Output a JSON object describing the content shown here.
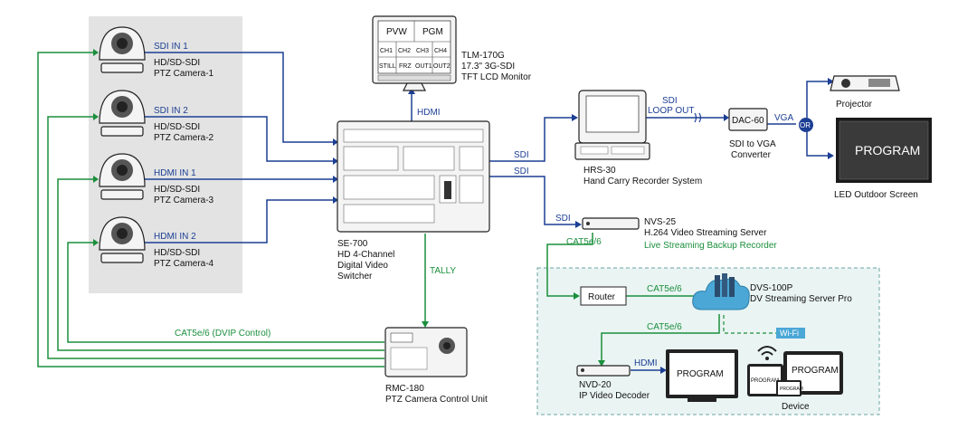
{
  "cameras": [
    {
      "port": "SDI IN 1",
      "line1": "HD/SD-SDI",
      "line2": "PTZ Camera-1"
    },
    {
      "port": "SDI IN 2",
      "line1": "HD/SD-SDI",
      "line2": "PTZ Camera-2"
    },
    {
      "port": "HDMI IN 1",
      "line1": "HD/SD-SDI",
      "line2": "PTZ Camera-3"
    },
    {
      "port": "HDMI IN 2",
      "line1": "HD/SD-SDI",
      "line2": "PTZ Camera-4"
    }
  ],
  "monitor": {
    "line1": "TLM-170G",
    "line2": "17.3\"   3G-SDI",
    "line3": "TFT LCD Monitor",
    "screen": {
      "top": [
        "PVW",
        "PGM"
      ],
      "row1": [
        "CH1",
        "CH2",
        "CH3",
        "CH4"
      ],
      "row2": [
        "STILL",
        "FRZ",
        "OUT1",
        "OUT2"
      ]
    },
    "link": "HDMI"
  },
  "switcher": {
    "line1": "SE-700",
    "line2": "HD 4-Channel",
    "line3": "Digital Video",
    "line4": "Switcher",
    "out1": "SDI",
    "out2": "SDI",
    "tally": "TALLY"
  },
  "recorder": {
    "line1": "HRS-30",
    "line2": "Hand Carry Recorder System",
    "loop1": "SDI",
    "loop2": "LOOP OUT"
  },
  "converter": {
    "name": "DAC-60",
    "line1": "SDI to VGA",
    "line2": "Converter",
    "out": "VGA",
    "or": "OR"
  },
  "projector": {
    "label": "Projector"
  },
  "led": {
    "screen": "PROGRAM",
    "label": "LED Outdoor Screen"
  },
  "nvs": {
    "in": "SDI",
    "line1": "NVS-25",
    "line2": "H.264 Video Streaming Server",
    "line3": "Live Streaming Backup Recorder",
    "cat": "CAT5e/6"
  },
  "router": {
    "label": "Router",
    "cat": "CAT5e/6"
  },
  "dvs": {
    "line1": "DVS-100P",
    "line2": "DV Streaming Server Pro",
    "cat": "CAT5e/6",
    "wifi": "Wi-Fi"
  },
  "nvd": {
    "line1": "NVD-20",
    "line2": "IP Video Decoder",
    "hdmi": "HDMI",
    "screen": "PROGRAM"
  },
  "device": {
    "label": "Device",
    "tablet": "PROGRAM",
    "phone": "PROGRAM",
    "small": "PROGRAM"
  },
  "rmc": {
    "line1": "RMC-180",
    "line2": "PTZ Camera Control Unit",
    "cat": "CAT5e/6 (DVIP Control)"
  },
  "colors": {
    "blue": "#1c3f94",
    "green": "#1a8f3c",
    "panel": "#e3e3e3",
    "streaming_box": "#eaf4f3"
  }
}
